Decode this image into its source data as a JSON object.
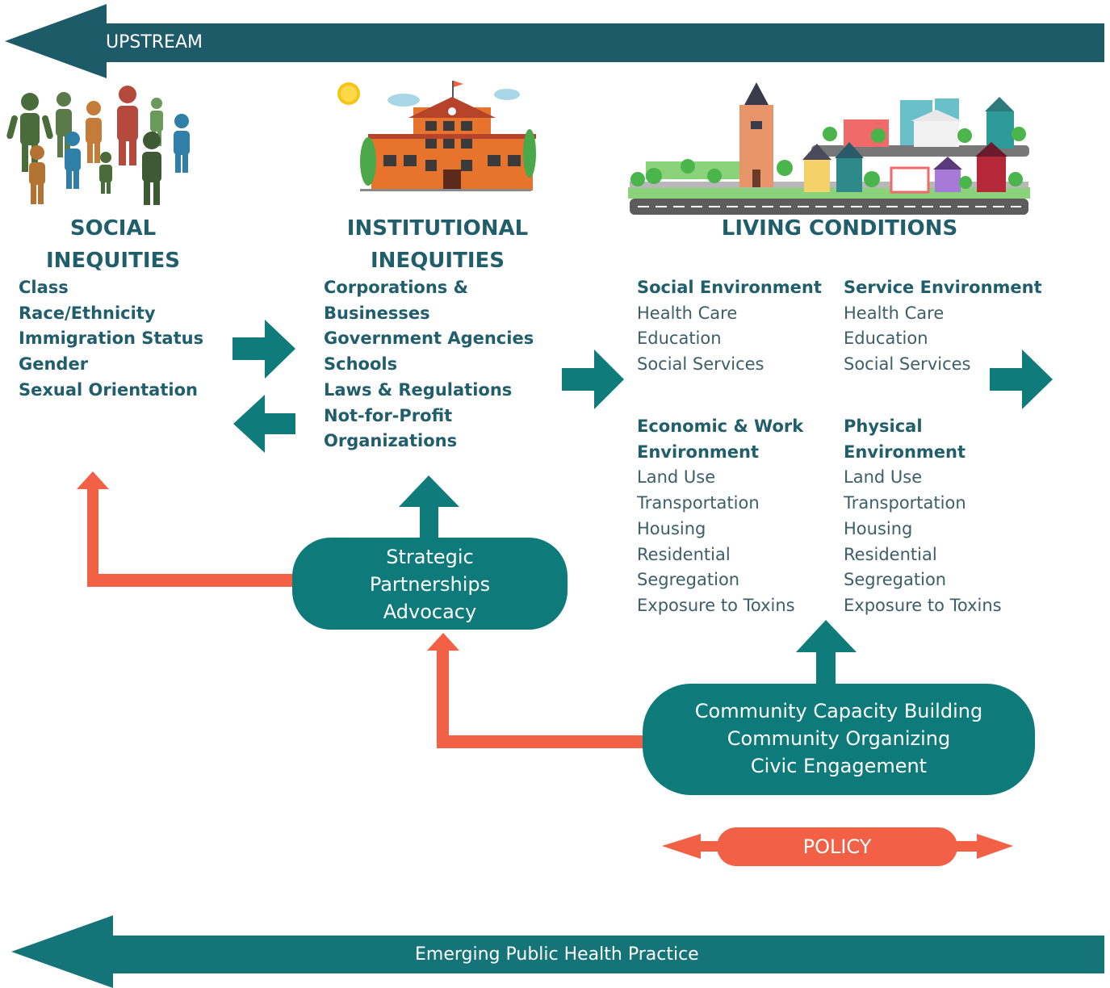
{
  "banner_top": {
    "label": "UPSTREAM"
  },
  "banner_bottom": {
    "label": "Emerging Public Health Practice"
  },
  "social": {
    "title_line1": "SOCIAL",
    "title_line2": "INEQUITIES",
    "items": [
      "Class",
      "Race/Ethnicity",
      "Immigration Status",
      "Gender",
      "Sexual Orientation"
    ]
  },
  "institutional": {
    "title_line1": "INSTITUTIONAL",
    "title_line2": "INEQUITIES",
    "items": [
      "Corporations &",
      "Businesses",
      "Government Agencies",
      "Schools",
      "Laws & Regulations",
      "Not-for-Profit",
      "Organizations"
    ]
  },
  "living": {
    "title": "LIVING CONDITIONS",
    "social_env": {
      "heading": "Social Environment",
      "items": [
        "Health Care",
        "Education",
        "Social Services"
      ]
    },
    "service_env": {
      "heading": "Service Environment",
      "items": [
        "Health Care",
        "Education",
        "Social Services"
      ]
    },
    "economic_env": {
      "heading_line1": "Economic & Work",
      "heading_line2": "Environment",
      "items": [
        "Land Use",
        "Transportation",
        "Housing",
        "Residential",
        "Segregation",
        "Exposure to Toxins"
      ]
    },
    "physical_env": {
      "heading_line1": "Physical",
      "heading_line2": "Environment",
      "items": [
        "Land Use",
        "Transportation",
        "Housing",
        "Residential",
        "Segregation",
        "Exposure to Toxins"
      ]
    }
  },
  "strategic_box": {
    "lines": [
      "Strategic",
      "Partnerships",
      "Advocacy"
    ]
  },
  "community_box": {
    "lines": [
      "Community Capacity Building",
      "Community Organizing",
      "Civic Engagement"
    ]
  },
  "policy": {
    "label": "POLICY"
  },
  "colors": {
    "teal_dark": "#215e6b",
    "teal_box": "#0e7a7a",
    "orange": "#f26046"
  }
}
